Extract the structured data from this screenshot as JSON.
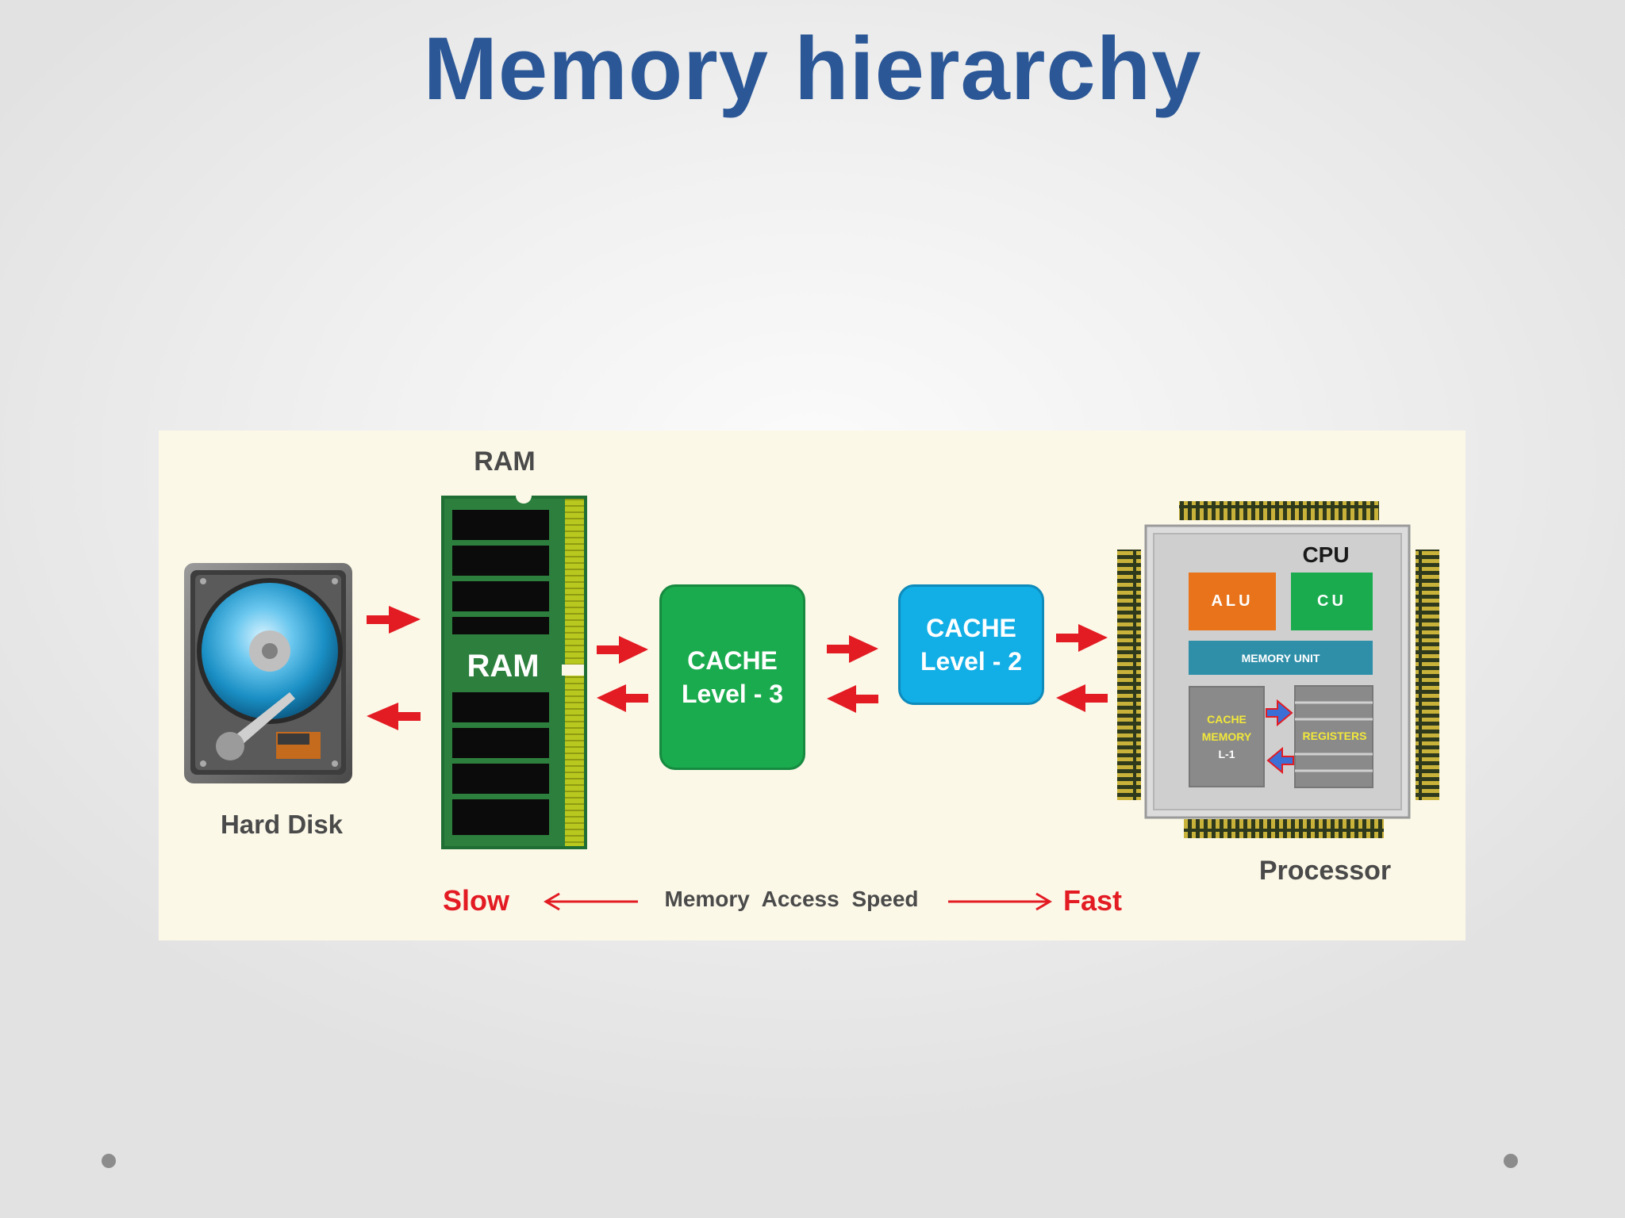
{
  "slide": {
    "title": "Memory hierarchy"
  },
  "diagram": {
    "hard_disk_label": "Hard Disk",
    "ram_top_label": "RAM",
    "ram_chip_label": "RAM",
    "cache_l3": {
      "line1": "CACHE",
      "line2": "Level - 3"
    },
    "cache_l2": {
      "line1": "CACHE",
      "line2": "Level - 2"
    },
    "cpu": {
      "title": "CPU",
      "alu": "ALU",
      "cu": "CU",
      "memory_unit": "MEMORY UNIT",
      "cache_l1": {
        "line1": "CACHE",
        "line2": "MEMORY",
        "line3": "L-1"
      },
      "registers": "REGISTERS"
    },
    "processor_label": "Processor",
    "speed_axis": {
      "slow": "Slow",
      "middle": "Memory Access Speed",
      "fast": "Fast"
    }
  },
  "colors": {
    "title": "#2b5797",
    "panel": "#fbf8e8",
    "arrow_red": "#e31b23",
    "cache_l3": "#1aab4e",
    "cache_l2": "#12aee6",
    "alu": "#e8731a",
    "cu": "#1aab4e",
    "memory_unit": "#2f8fa9"
  },
  "icons": [
    "hard-disk-icon",
    "ram-module-icon",
    "cpu-chip-icon",
    "right-arrow-icon",
    "left-arrow-icon",
    "bullet-icon"
  ]
}
